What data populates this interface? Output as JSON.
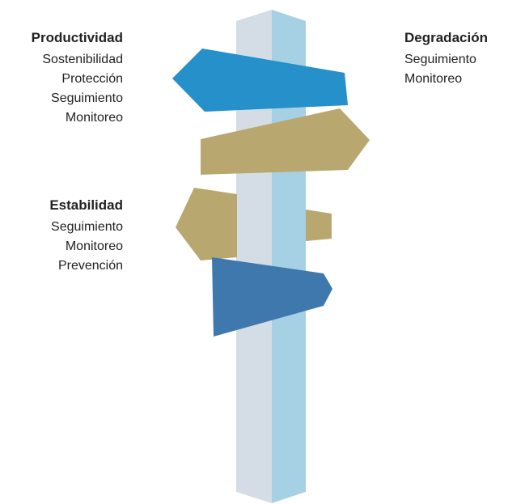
{
  "left_groups": [
    {
      "heading": "Productividad",
      "items": [
        "Sostenibilidad",
        "Protección",
        "Seguimiento",
        "Monitoreo"
      ]
    },
    {
      "heading": "Estabilidad",
      "items": [
        "Seguimiento",
        "Monitoreo",
        "Prevención"
      ]
    }
  ],
  "right_groups": [
    {
      "heading": "Degradación",
      "items": [
        "Seguimiento",
        "Monitoreo"
      ]
    }
  ],
  "colors": {
    "post_left": "#d4dde5",
    "post_right": "#a6d1e4",
    "sign_bright_blue": "#2590c9",
    "sign_tan": "#b8a870",
    "sign_dark_blue": "#3e78ad"
  }
}
